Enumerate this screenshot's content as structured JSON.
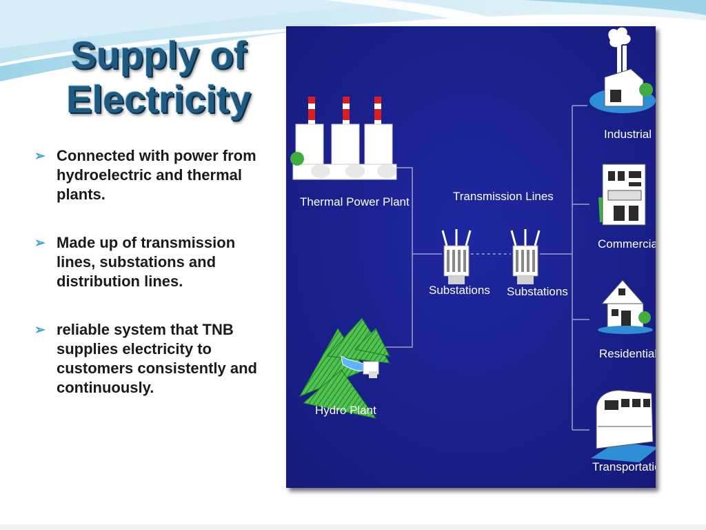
{
  "title": {
    "line1": "Supply of",
    "line2": "Electricity"
  },
  "bullets": [
    "Connected with power from hydroelectric and thermal plants.",
    "Made up of transmission lines, substations and distribution lines.",
    "reliable system that TNB supplies electricity to customers consistently and continuously."
  ],
  "diagram": {
    "sources": {
      "thermal": "Thermal Power Plant",
      "hydro": "Hydro Plant"
    },
    "transmission": "Transmission Lines",
    "substations": [
      "Substations",
      "Substations"
    ],
    "consumers": [
      "Industrial",
      "Commercial",
      "Residential",
      "Transportation"
    ]
  },
  "icons": {
    "bullet": "arrow-bullet-icon",
    "thermal": "thermal-plant-icon",
    "hydro": "hydro-plant-icon",
    "substation": "transformer-icon",
    "industrial": "factory-icon",
    "commercial": "office-building-icon",
    "residential": "house-icon",
    "transportation": "train-icon"
  },
  "colors": {
    "diagram_bg": "#1a1f8c",
    "title": "#1f5a80",
    "bullet_arrow": "#3aa7c9"
  }
}
